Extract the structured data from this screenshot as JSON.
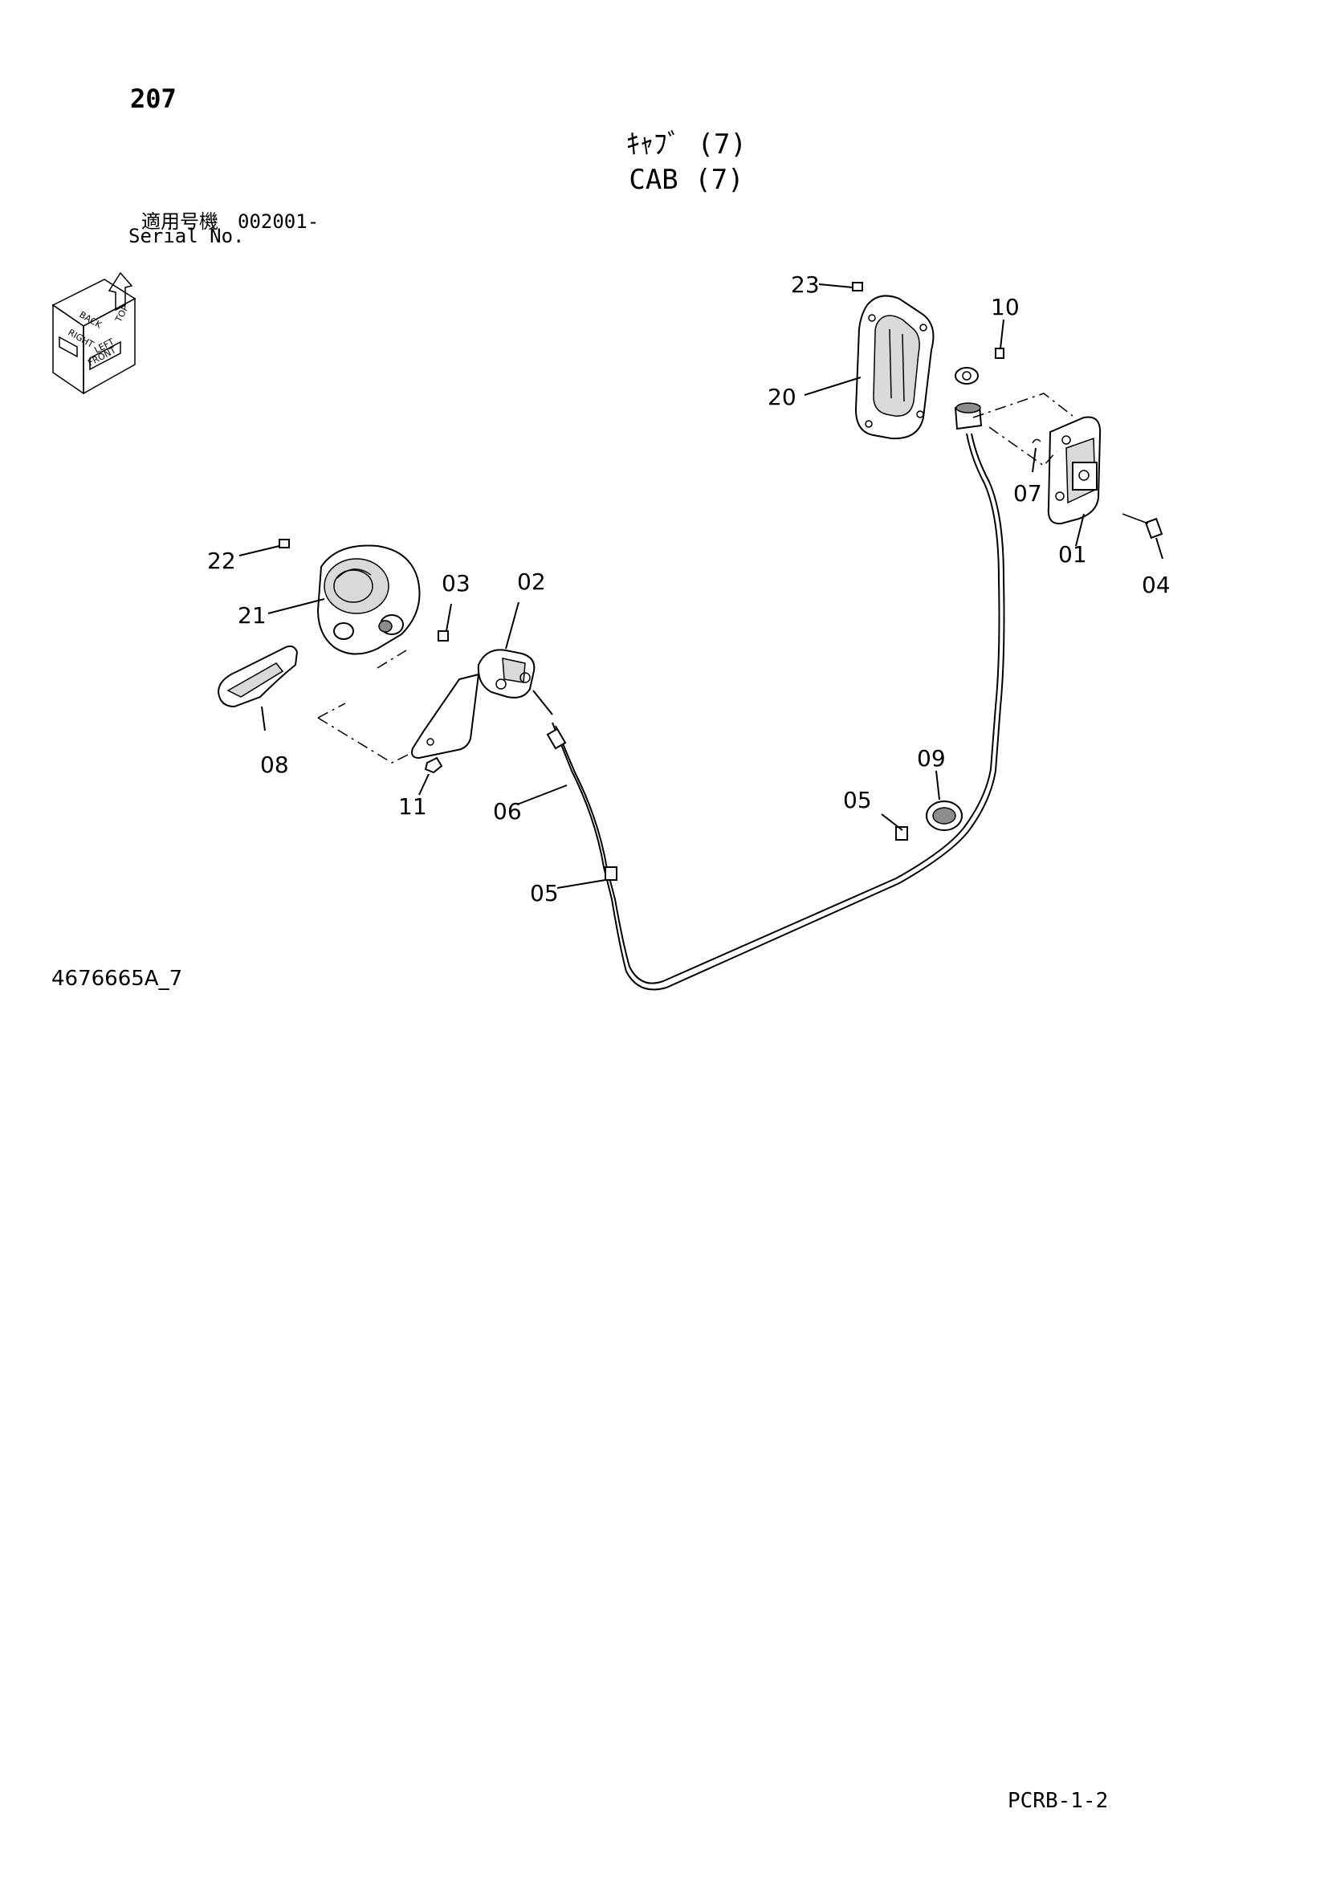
{
  "page": {
    "number": "207",
    "title_jp": "ｷｬﾌﾞ (7)",
    "title_en": "CAB (7)",
    "serial_jp": "適用号機　002001-",
    "serial_en": "Serial No.",
    "drawing_no": "4676665A_7",
    "page_code": "PCRB-1-2"
  },
  "orientation_cube": {
    "labels": [
      "TOP",
      "RIGHT",
      "FRONT",
      "BACK",
      "LEFT"
    ]
  },
  "callouts": {
    "c23": "23",
    "c10": "10",
    "c20": "20",
    "c07": "07",
    "c01": "01",
    "c04": "04",
    "c22": "22",
    "c21": "21",
    "c03": "03",
    "c02": "02",
    "c08": "08",
    "c11": "11",
    "c06": "06",
    "c09": "09",
    "c05a": "05",
    "c05b": "05"
  }
}
